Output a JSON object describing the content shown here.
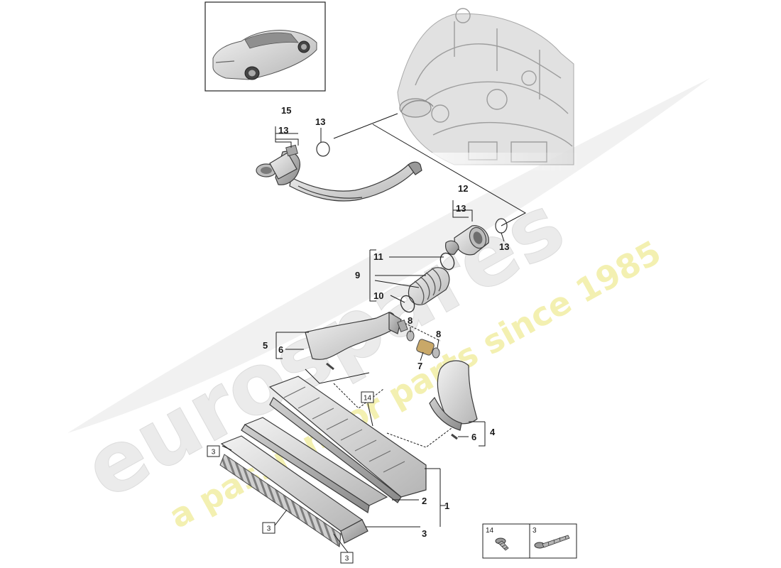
{
  "watermark": {
    "brand": "eurospares",
    "tagline": "a passion for parts since 1985",
    "brand_color": "#e6e6e6",
    "tagline_color": "#f3f0a6"
  },
  "callouts": {
    "c1": "1",
    "c2": "2",
    "c3": "3",
    "c4": "4",
    "c5": "5",
    "c6a": "6",
    "c6b": "6",
    "c7": "7",
    "c8a": "8",
    "c8b": "8",
    "c9": "9",
    "c10": "10",
    "c11": "11",
    "c12": "12",
    "c13a": "13",
    "c13b": "13",
    "c13c": "13",
    "c13d": "13",
    "c15": "15"
  },
  "boxed_refs": {
    "b14": "14",
    "b3a": "3",
    "b3b": "3",
    "b3c": "3"
  },
  "fastener_legend": {
    "items": [
      {
        "number": "14",
        "icon": "screw-short-icon"
      },
      {
        "number": "3",
        "icon": "screw-long-icon"
      }
    ]
  },
  "thumbnail": {
    "icon": "sports-car-icon"
  },
  "icons": {
    "engine": "engine-block-icon",
    "intake_pipe": "intake-pipe-icon",
    "throttle": "throttle-housing-icon",
    "bellows": "bellows-hose-icon",
    "duct": "air-duct-icon",
    "airbox": "air-filter-box-icon"
  }
}
